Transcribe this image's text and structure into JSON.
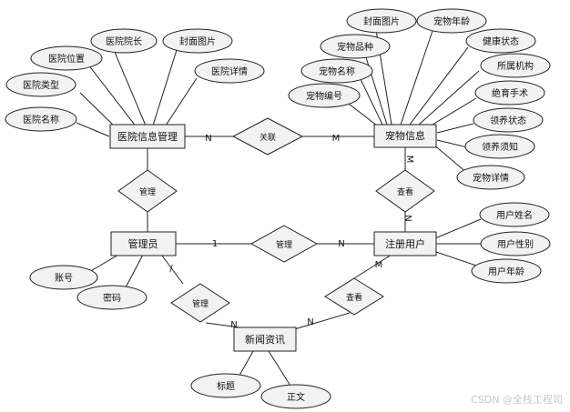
{
  "entities": {
    "hospital": "医院信息管理",
    "pet": "宠物信息",
    "admin": "管理员",
    "user": "注册用户",
    "news": "新闻资讯"
  },
  "relations": {
    "hospital_pet": "关联",
    "hospital_admin": "管理",
    "pet_user": "查看",
    "admin_user": "管理",
    "admin_news": "管理",
    "user_news": "查看"
  },
  "attributes": {
    "hospital": [
      "医院院长",
      "封面图片",
      "医院位置",
      "医院类型",
      "医院名称",
      "医院详情"
    ],
    "pet": [
      "封面图片",
      "宠物年龄",
      "宠物品种",
      "健康状态",
      "宠物名称",
      "所属机构",
      "宠物编号",
      "绝育手术",
      "领养状态",
      "领养须知",
      "宠物详情"
    ],
    "admin": [
      "账号",
      "密码"
    ],
    "user": [
      "用户姓名",
      "用户性别",
      "用户年龄"
    ],
    "news": [
      "标题",
      "正文"
    ]
  },
  "cardinality": {
    "hospital_pet_n": "N",
    "hospital_pet_m": "M",
    "admin_user_1": "1",
    "admin_user_n": "N",
    "pet_user_m": "M",
    "pet_user_n": "N",
    "admin_news_1": "/",
    "admin_news_n": "N",
    "user_news_m": "M",
    "user_news_n": "N"
  },
  "watermark": "CSDN @全栈工程司"
}
